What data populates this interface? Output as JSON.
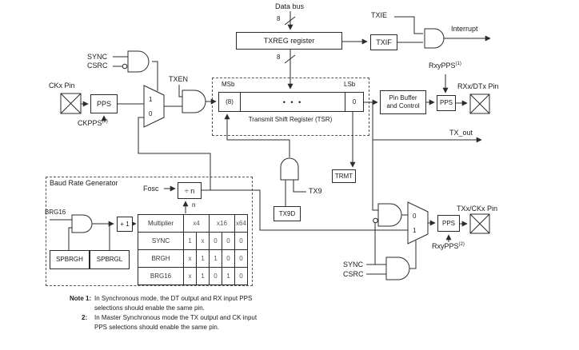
{
  "colors": {
    "line": "#2b2b2b",
    "text": "#1a1a1a",
    "background": "#ffffff"
  },
  "diagram": {
    "top": {
      "data_bus": "Data bus",
      "bus_width_top": "8",
      "bus_width_bottom": "8",
      "txreg": "TXREG register",
      "txie": "TXIE",
      "txif": "TXIF",
      "interrupt": "Interrupt"
    },
    "left": {
      "sync": "SYNC",
      "csrc": "CSRC",
      "txen": "TXEN",
      "ckx_pin": "CKx Pin",
      "pps": "PPS",
      "ckpps": "CKPPS",
      "ckpps_sup": "(2)",
      "mux_in1": "1",
      "mux_in0": "0"
    },
    "tsr": {
      "msb": "MSb",
      "lsb": "LSb",
      "cell_left": "(8)",
      "cell_dots": "• • •",
      "cell_right": "0",
      "caption": "Transmit Shift Register (TSR)"
    },
    "right": {
      "pin_buffer_line1": "Pin Buffer",
      "pin_buffer_line2": "and Control",
      "pps": "PPS",
      "rxypps": "RxyPPS",
      "rxypps_sup": "(1)",
      "rx_dt_pin": "RXx/DTx Pin",
      "tx_out": "TX_out",
      "trmt": "TRMT"
    },
    "tx9": {
      "label": "TX9",
      "tx9d": "TX9D"
    },
    "brg": {
      "title": "Baud Rate Generator",
      "fosc": "Fosc",
      "divider": "÷ n",
      "n": "n",
      "brg16": "BRG16",
      "plus_one": "+ 1",
      "spbrgh": "SPBRGH",
      "spbrgl": "SPBRGL",
      "table": {
        "header": [
          "Multiplier",
          "x4",
          "x16",
          "x64"
        ],
        "rows": [
          {
            "label": "SYNC",
            "values": [
              "1",
              "x",
              "0",
              "0",
              "0"
            ]
          },
          {
            "label": "BRGH",
            "values": [
              "x",
              "1",
              "1",
              "0",
              "0"
            ]
          },
          {
            "label": "BRG16",
            "values": [
              "x",
              "1",
              "0",
              "1",
              "0"
            ]
          }
        ]
      }
    },
    "bottom_right": {
      "mux_in0": "0",
      "mux_in1": "1",
      "pps": "PPS",
      "rxypps": "RxyPPS",
      "rxypps_sup": "(2)",
      "txck_pin": "TXx/CKx Pin",
      "sync": "SYNC",
      "csrc": "CSRC"
    },
    "notes": {
      "note1_label": "Note 1:",
      "note1_line1": "In Synchronous mode, the DT output and RX input PPS",
      "note1_line2": "selections should enable the same pin.",
      "note2_label": "2:",
      "note2_line1": "In Master Synchronous mode the TX output and CK input",
      "note2_line2": "PPS selections should enable the same pin."
    }
  }
}
